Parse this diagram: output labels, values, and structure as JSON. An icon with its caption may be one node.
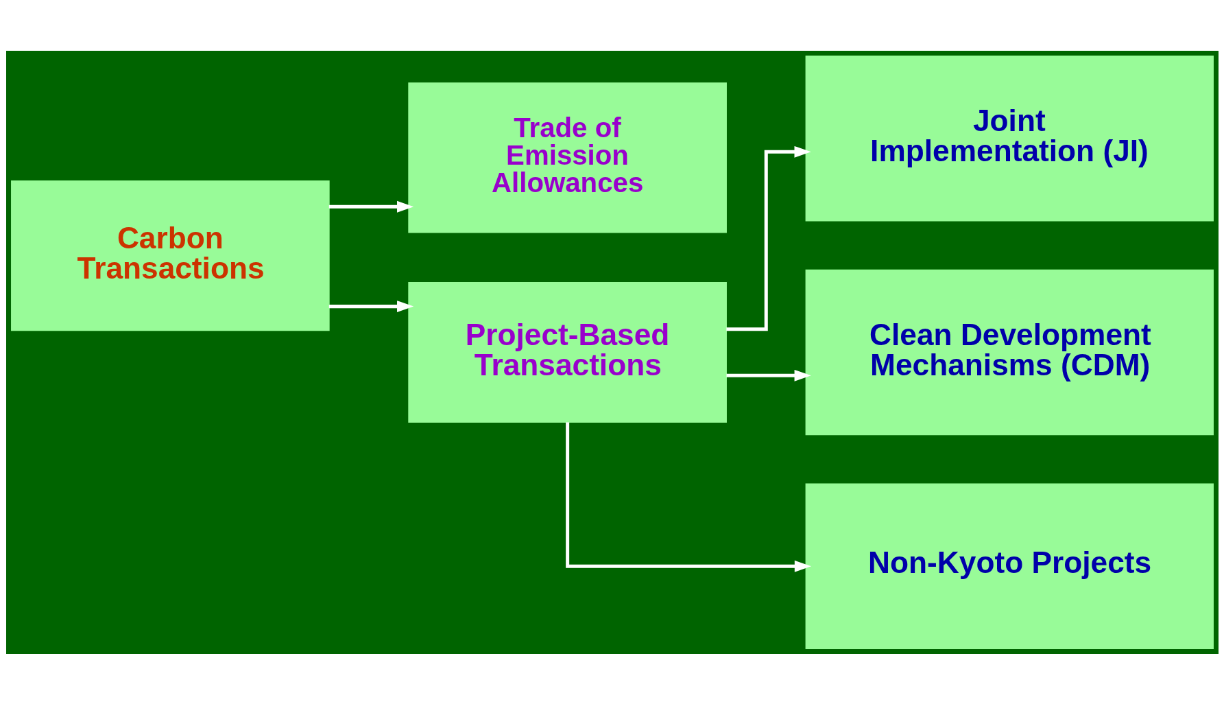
{
  "diagram": {
    "nodes": [
      {
        "text": [
          "Carbon Transactions"
        ]
      },
      {
        "text": [
          "Trade of Emission Allowances"
        ]
      },
      {
        "text": [
          "Project-Based Transactions"
        ]
      },
      {
        "text": [
          "Joint Implementation (JI)"
        ]
      },
      {
        "text": [
          "Clean Development Mechanisms (CDM)"
        ]
      },
      {
        "text": [
          "Non-Kyoto Projects"
        ]
      }
    ],
    "edges": [
      {
        "from": 0,
        "to": 1,
        "arrow": "to"
      },
      {
        "from": 0,
        "to": 2,
        "arrow": "to"
      },
      {
        "from": 2,
        "to": 3,
        "arrow": "to"
      },
      {
        "from": 2,
        "to": 4,
        "arrow": "to"
      },
      {
        "from": 2,
        "to": 5,
        "arrow": "to"
      }
    ]
  }
}
